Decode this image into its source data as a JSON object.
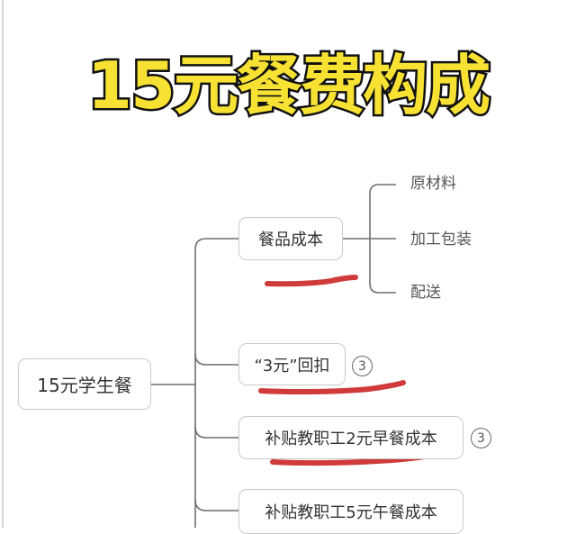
{
  "title": "15元餐费构成",
  "colors": {
    "title_fill": "#f7e233",
    "title_stroke": "#111111",
    "line": "#6e6e6e",
    "node_border": "#c9c9c9",
    "highlight": "#d03a3a"
  },
  "mindmap": {
    "root": {
      "label": "15元学生餐"
    },
    "branches": [
      {
        "label": "餐品成本",
        "children": [
          "原材料",
          "加工包装",
          "配送"
        ],
        "underlined": true
      },
      {
        "label": "“3元”回扣",
        "badge": "3",
        "underlined": true
      },
      {
        "label": "补贴教职工2元早餐成本",
        "badge": "3",
        "underlined": true
      },
      {
        "label": "补贴教职工5元午餐成本"
      }
    ]
  }
}
